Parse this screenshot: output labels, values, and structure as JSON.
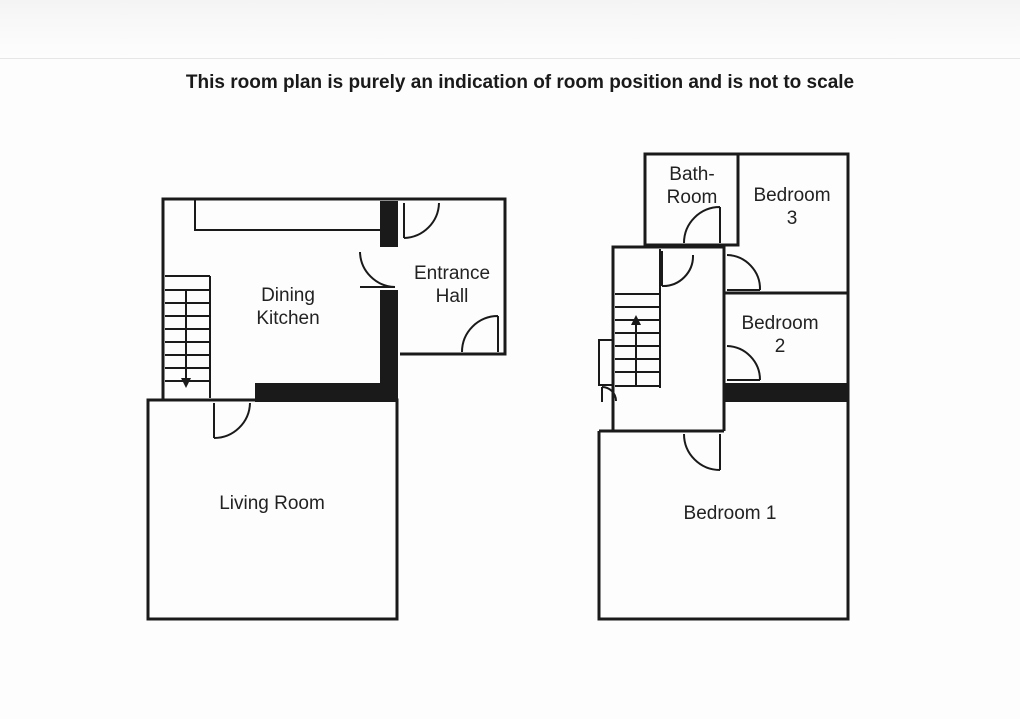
{
  "disclaimer": "This room plan is purely an indication of room position and is not to scale",
  "ground_floor": {
    "dining_kitchen": "Dining\nKitchen",
    "entrance_hall": "Entrance\nHall",
    "living_room": "Living Room"
  },
  "first_floor": {
    "bathroom": "Bath-\nRoom",
    "bedroom_3": "Bedroom\n3",
    "bedroom_2": "Bedroom\n2",
    "bedroom_1": "Bedroom 1"
  },
  "colors": {
    "wall": "#1a1a1a",
    "background": "#fdfdfd"
  }
}
